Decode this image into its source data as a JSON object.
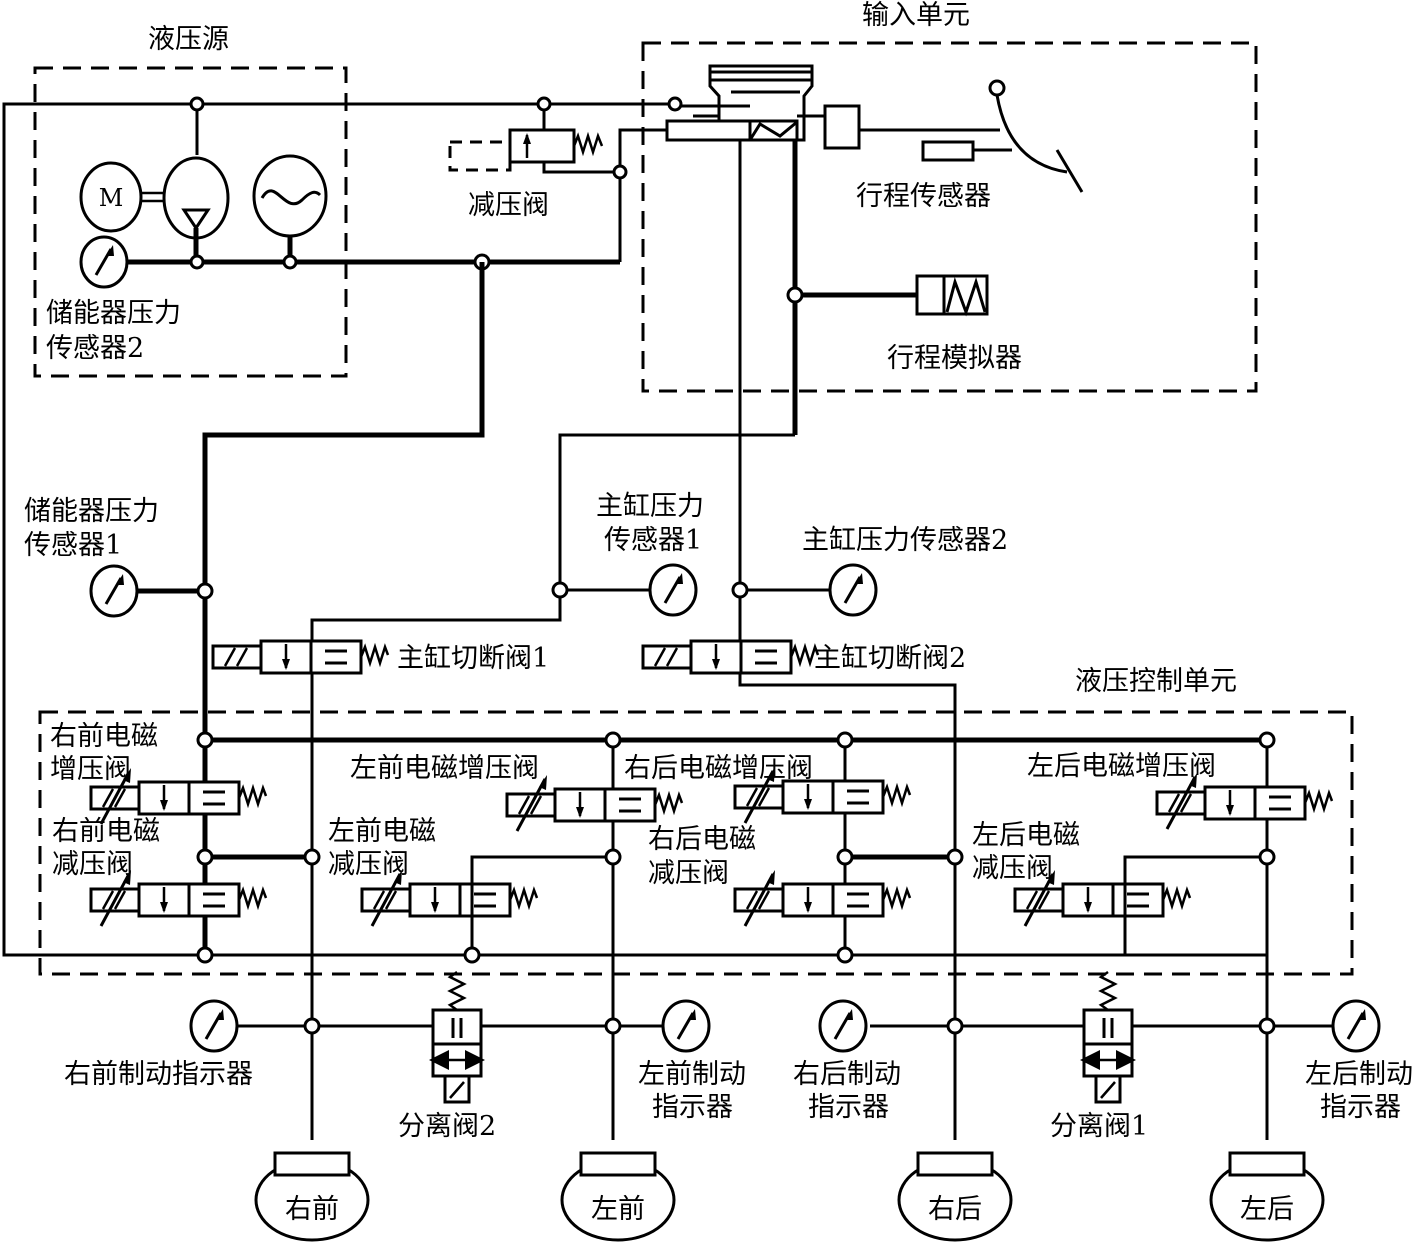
{
  "diagram": {
    "title": "线控制动液压系统原理图",
    "stroke_color": "#000000",
    "background": "#ffffff"
  },
  "units": {
    "hydraulic_source": "液压源",
    "input_unit": "输入单元",
    "hydraulic_control_unit": "液压控制单元"
  },
  "components": {
    "motor_symbol": "M",
    "accumulator_sensor_2": [
      "储能器压力",
      "传感器2"
    ],
    "pressure_reducing_valve": "减压阀",
    "travel_sensor": "行程传感器",
    "travel_simulator": "行程模拟器",
    "accumulator_sensor_1": [
      "储能器压力",
      "传感器1"
    ],
    "master_sensor_1": [
      "主缸压力",
      "传感器1"
    ],
    "master_sensor_2": "主缸压力传感器2",
    "master_cutoff_valve_1": "主缸切断阀1",
    "master_cutoff_valve_2": "主缸切断阀2",
    "rf_inlet_valve": [
      "右前电磁",
      "增压阀"
    ],
    "rf_outlet_valve": [
      "右前电磁",
      "减压阀"
    ],
    "lf_inlet_valve": "左前电磁增压阀",
    "lf_outlet_valve": [
      "左前电磁",
      "减压阀"
    ],
    "rr_inlet_valve": "右后电磁增压阀",
    "rr_outlet_valve": [
      "右后电磁",
      "减压阀"
    ],
    "lr_inlet_valve": "左后电磁增压阀",
    "lr_outlet_valve": [
      "左后电磁",
      "减压阀"
    ],
    "isolation_valve_2": "分离阀2",
    "isolation_valve_1": "分离阀1",
    "rf_brake_indicator": "右前制动指示器",
    "lf_brake_indicator": [
      "左前制动",
      "指示器"
    ],
    "rr_brake_indicator": [
      "右后制动",
      "指示器"
    ],
    "lr_brake_indicator": [
      "左后制动",
      "指示器"
    ]
  },
  "wheels": [
    "右前",
    "左前",
    "右后",
    "左后"
  ]
}
